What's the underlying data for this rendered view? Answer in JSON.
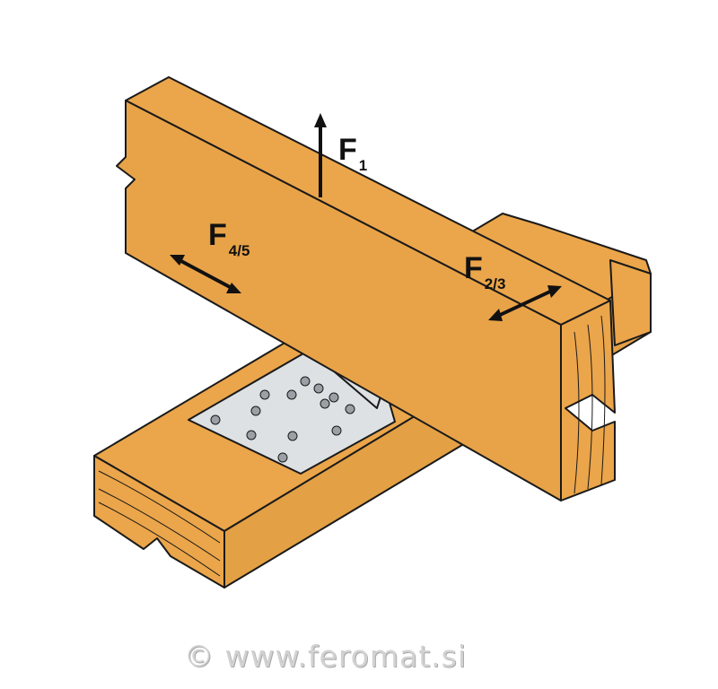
{
  "forces": {
    "f1": {
      "main": "F",
      "sub": "1"
    },
    "f45": {
      "main": "F",
      "sub": "4/5"
    },
    "f23": {
      "main": "F",
      "sub": "2/3"
    }
  },
  "watermark": "© www.feromat.si",
  "colors": {
    "wood": "#EBA54A",
    "wood_dark": "#D9913A",
    "steel": "#DDE1E4",
    "outline": "#1a1a1a"
  }
}
